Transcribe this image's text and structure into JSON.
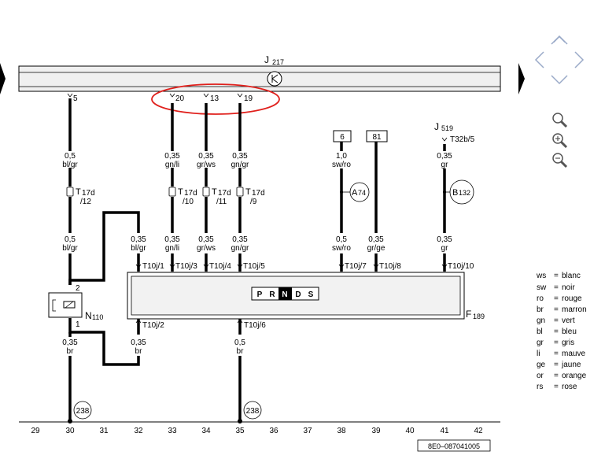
{
  "module_top": {
    "label": "J",
    "number": "217"
  },
  "top_pins": [
    "5",
    "20",
    "13",
    "19"
  ],
  "wires": {
    "w5": {
      "size": "0,5",
      "color": "bl/gr"
    },
    "w20": {
      "size": "0,35",
      "color": "gn/li"
    },
    "w13": {
      "size": "0,35",
      "color": "gr/ws"
    },
    "w19": {
      "size": "0,35",
      "color": "gn/gr"
    },
    "w5b": {
      "size": "0,5",
      "color": "bl/gr"
    },
    "w32b": {
      "size": "0,35",
      "color": "bl/gr"
    },
    "w20b": {
      "size": "0,35",
      "color": "gn/li"
    },
    "w13b": {
      "size": "0,35",
      "color": "gr/ws"
    },
    "w19b": {
      "size": "0,35",
      "color": "gn/gr"
    },
    "w38": {
      "size": "1,0",
      "color": "sw/ro"
    },
    "w38b": {
      "size": "0,5",
      "color": "sw/ro"
    },
    "w39": {
      "size": "0,35",
      "color": "gr/ge"
    },
    "w41": {
      "size": "0,35",
      "color": "gr"
    },
    "w41b": {
      "size": "0,35",
      "color": "gr"
    },
    "w30bot": {
      "size": "0,35",
      "color": "br"
    },
    "w32bot": {
      "size": "0,35",
      "color": "br"
    },
    "w35bot": {
      "size": "0,5",
      "color": "br"
    }
  },
  "connectors_t17d": [
    {
      "t": "T",
      "n": "17d",
      "pin": "/12"
    },
    {
      "t": "T",
      "n": "17d",
      "pin": "/10"
    },
    {
      "t": "T",
      "n": "17d",
      "pin": "/11"
    },
    {
      "t": "T",
      "n": "17d",
      "pin": "/9"
    }
  ],
  "connectors_t10j": [
    "T10j/1",
    "T10j/3",
    "T10j/4",
    "T10j/5",
    "T10j/7",
    "T10j/8",
    "T10j/10",
    "T10j/2",
    "T10j/6"
  ],
  "boxes": [
    "6",
    "81"
  ],
  "j519": {
    "label": "J",
    "number": "519",
    "connector": "T32b/5"
  },
  "circles": {
    "a74_l": "A",
    "a74_n": "74",
    "b132_l": "B",
    "b132_n": "132"
  },
  "gear_letters": [
    "P",
    "R",
    "N",
    "D",
    "S"
  ],
  "selected_gear": "N",
  "module_f": {
    "label": "F",
    "number": "189"
  },
  "module_n": {
    "label": "N",
    "number": "110",
    "pin_top": "2",
    "pin_bottom": "1"
  },
  "ground_labels": [
    "238",
    "238"
  ],
  "track_numbers": [
    "29",
    "30",
    "31",
    "32",
    "33",
    "34",
    "35",
    "36",
    "37",
    "38",
    "39",
    "40",
    "41",
    "42"
  ],
  "part_number": "8E0–087041005",
  "legend": [
    {
      "code": "ws",
      "eq": "=",
      "name": "blanc"
    },
    {
      "code": "sw",
      "eq": "=",
      "name": "noir"
    },
    {
      "code": "ro",
      "eq": "=",
      "name": "rouge"
    },
    {
      "code": "br",
      "eq": "=",
      "name": "marron"
    },
    {
      "code": "gn",
      "eq": "=",
      "name": "vert"
    },
    {
      "code": "bl",
      "eq": "=",
      "name": "bleu"
    },
    {
      "code": "gr",
      "eq": "=",
      "name": "gris"
    },
    {
      "code": "li",
      "eq": "=",
      "name": "mauve"
    },
    {
      "code": "ge",
      "eq": "=",
      "name": "jaune"
    },
    {
      "code": "or",
      "eq": "=",
      "name": "orange"
    },
    {
      "code": "rs",
      "eq": "=",
      "name": "rose"
    }
  ],
  "colors": {
    "highlight": "#e0201c",
    "nav": "#9aaac8",
    "bus": "#f0f0f0"
  }
}
